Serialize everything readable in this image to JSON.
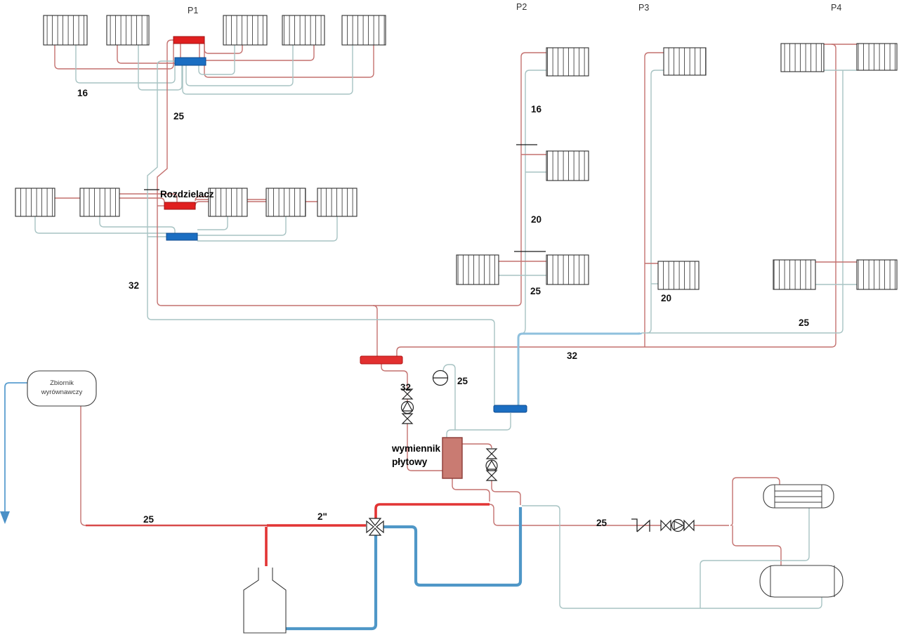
{
  "labels": {
    "p1": "P1",
    "p2": "P2",
    "p3": "P3",
    "p4": "P4",
    "rozdzielacz": "Rozdzielacz",
    "tank_line1": "Zbiornik",
    "tank_line2": "wyrównawczy",
    "hx_line1": "wymiennik",
    "hx_line2": "płytowy"
  },
  "pipe_labels": {
    "p1_dn16": "16",
    "p1_dn25": "25",
    "left_dn32": "32",
    "p2_dn16": "16",
    "p2_dn20": "20",
    "p2_dn25": "25",
    "p3_dn20": "20",
    "p4_dn25": "25",
    "supply_dn32": "32",
    "pump_dn32": "32",
    "gauge_dn25": "25",
    "tank_dn25": "25",
    "boiler_dn2": "2\"",
    "dhw_dn25": "25"
  },
  "colors": {
    "supply_red_thin": "#c4716f",
    "boiler_red_thick": "#e23434",
    "manifold_red": "#e01f1f",
    "manifold_blue": "#1b6ec2",
    "return_teal": "#a7c3c3",
    "return_lightblue": "#8fc0dd",
    "boiler_blue": "#4f97c7",
    "exchanger_fill": "#c97b72"
  }
}
